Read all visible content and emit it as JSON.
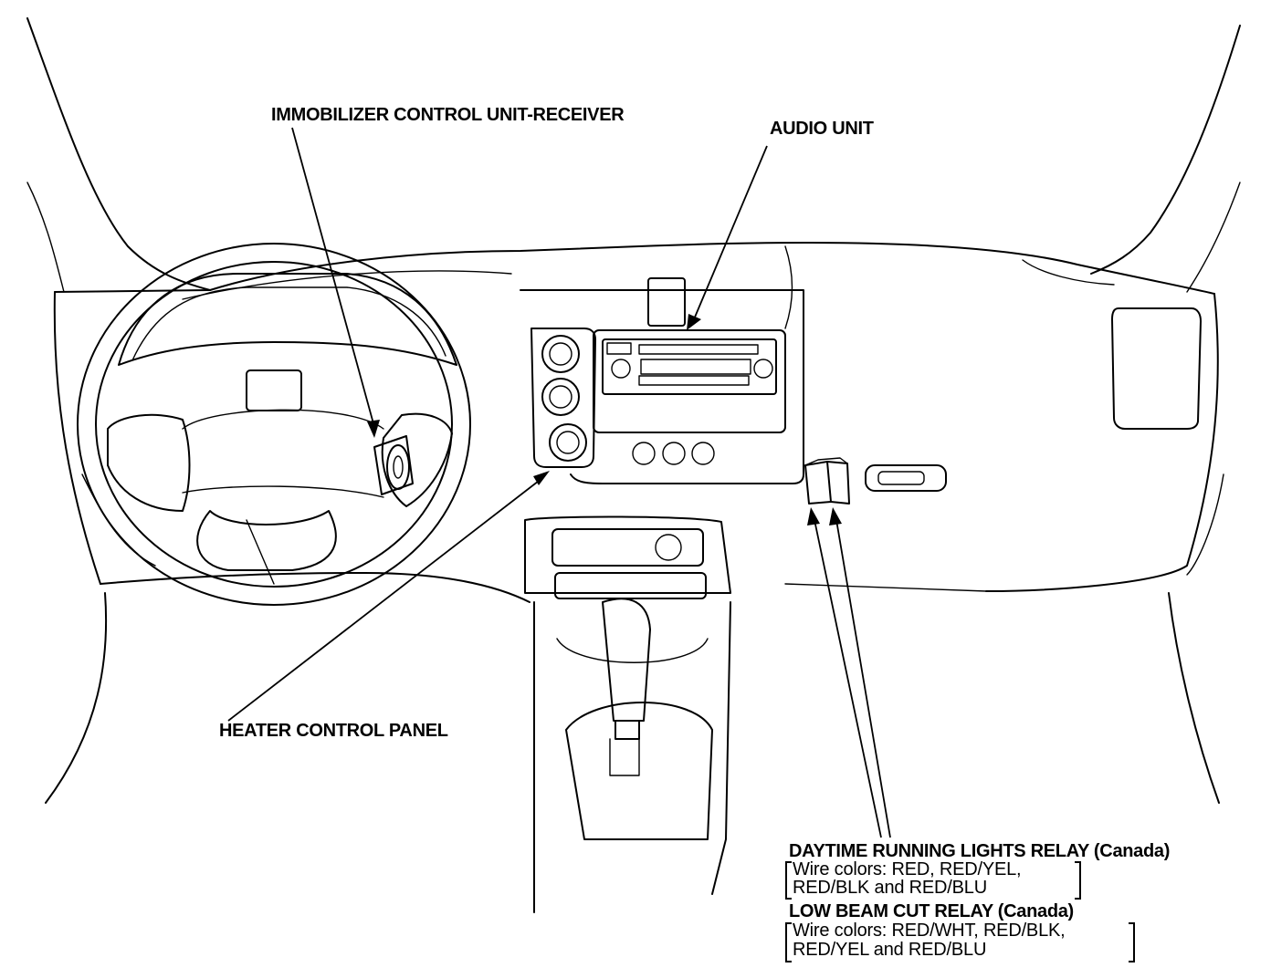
{
  "labels": {
    "immobilizer": "IMMOBILIZER CONTROL UNIT-RECEIVER",
    "audio_unit": "AUDIO UNIT",
    "heater_control": "HEATER CONTROL PANEL",
    "drl_relay": "DAYTIME RUNNING LIGHTS RELAY (Canada)",
    "drl_wire_line1": "Wire colors: RED, RED/YEL,",
    "drl_wire_line2": "RED/BLK and RED/BLU",
    "low_beam_relay": "LOW BEAM CUT RELAY (Canada)",
    "low_beam_wire_line1": "Wire colors: RED/WHT, RED/BLK,",
    "low_beam_wire_line2": "RED/YEL and RED/BLU"
  },
  "icons": {
    "steering_wheel": "steering-wheel-icon",
    "shift_lever": "shift-lever-icon",
    "relay": "relay-icon"
  },
  "colors": {
    "ink": "#000000",
    "paper": "#ffffff"
  }
}
